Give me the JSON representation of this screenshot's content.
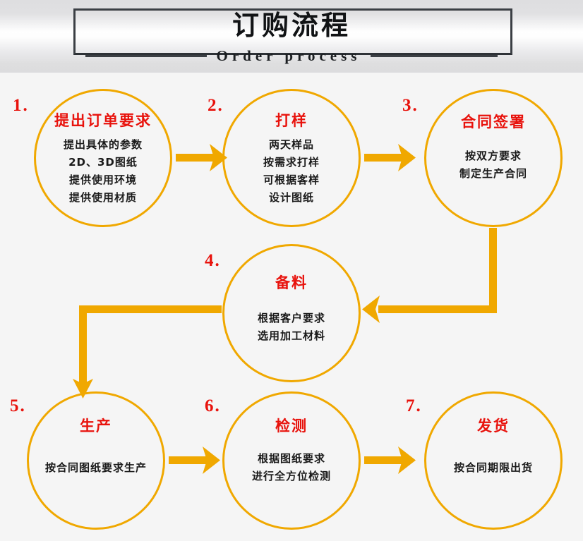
{
  "header": {
    "title_cn": "订购流程",
    "title_en": "Order process",
    "left_dash": "dash",
    "right_dash": "dash"
  },
  "colors": {
    "accent": "#F0A800",
    "title_red": "#e8120c",
    "body_text": "#1a1a1a",
    "header_border": "#3b3f44",
    "page_bg": "#f5f5f5"
  },
  "flow": {
    "nodes": [
      {
        "number": "1.",
        "title": "提出订单要求",
        "lines": [
          "提出具体的参数",
          "2D、3D图纸",
          "提供使用环境",
          "提供使用材质"
        ]
      },
      {
        "number": "2.",
        "title": "打样",
        "lines": [
          "两天样品",
          "按需求打样",
          "可根据客样",
          "设计图纸"
        ]
      },
      {
        "number": "3.",
        "title": "合同签署",
        "lines": [
          "按双方要求",
          "制定生产合同"
        ]
      },
      {
        "number": "4.",
        "title": "备料",
        "lines": [
          "根据客户要求",
          "选用加工材料"
        ]
      },
      {
        "number": "5.",
        "title": "生产",
        "lines": [
          "按合同图纸要求生产"
        ]
      },
      {
        "number": "6.",
        "title": "检测",
        "lines": [
          "根据图纸要求",
          "进行全方位检测"
        ]
      },
      {
        "number": "7.",
        "title": "发货",
        "lines": [
          "按合同期限出货"
        ]
      }
    ],
    "connectors": [
      {
        "name": "arrow-node1-to-node2",
        "direction": "right"
      },
      {
        "name": "arrow-node2-to-node3",
        "direction": "right"
      },
      {
        "name": "arrow-node3-to-node4",
        "direction": "elbow-down-left"
      },
      {
        "name": "arrow-node4-to-node5",
        "direction": "elbow-left-down"
      },
      {
        "name": "arrow-node5-to-node6",
        "direction": "right"
      },
      {
        "name": "arrow-node6-to-node7",
        "direction": "right"
      }
    ]
  }
}
